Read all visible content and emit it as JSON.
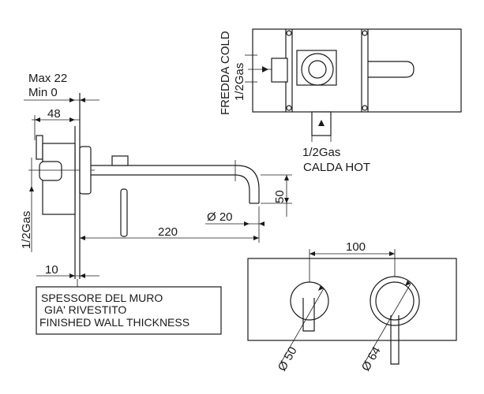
{
  "labels": {
    "max": "Max 22",
    "min": "Min 0",
    "dim_48": "48",
    "gas_left": "1/2Gas",
    "dim_220": "220",
    "dim_10": "10",
    "dim_50": "50",
    "dia_20": "Ø 20",
    "fredda": "FREDDA COLD",
    "gas_top": "1/2Gas",
    "gas_bottom": "1/2Gas",
    "calda": "CALDA HOT",
    "dim_100": "100",
    "dia_50": "Ø 50",
    "dia_64": "Ø 64",
    "wall_line1": "SPESSORE DEL MURO",
    "wall_line2": "GIA' RIVESTITO",
    "wall_line3": "FINISHED WALL THICKNESS"
  }
}
